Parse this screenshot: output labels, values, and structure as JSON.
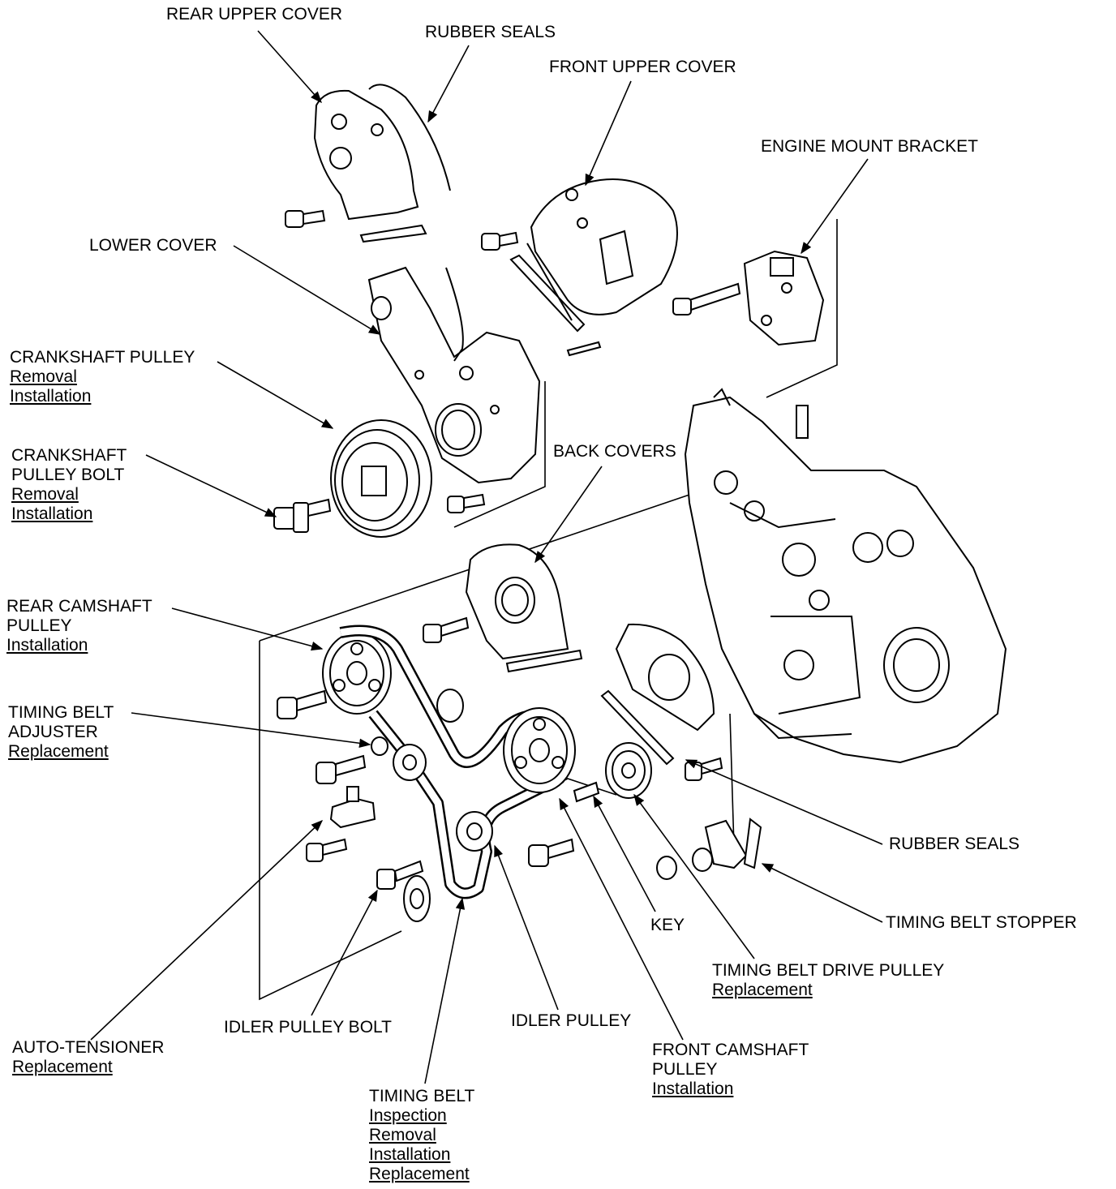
{
  "labels": {
    "rear_upper_cover": "REAR UPPER COVER",
    "rubber_seals_top": "RUBBER SEALS",
    "front_upper_cover": "FRONT UPPER COVER",
    "engine_mount_bracket": "ENGINE MOUNT BRACKET",
    "lower_cover": "LOWER COVER",
    "crankshaft_pulley": {
      "title": "CRANKSHAFT PULLEY",
      "links": [
        "Removal",
        "Installation"
      ]
    },
    "crankshaft_pulley_bolt": {
      "title1": "CRANKSHAFT",
      "title2": "PULLEY BOLT",
      "links": [
        "Removal",
        "Installation"
      ]
    },
    "back_covers": "BACK COVERS",
    "rear_camshaft_pulley": {
      "title1": "REAR CAMSHAFT",
      "title2": "PULLEY",
      "links": [
        "Installation"
      ]
    },
    "timing_belt_adjuster": {
      "title1": "TIMING BELT",
      "title2": "ADJUSTER",
      "links": [
        "Replacement"
      ]
    },
    "rubber_seals_right": "RUBBER SEALS",
    "timing_belt_stopper": "TIMING BELT STOPPER",
    "key": "KEY",
    "timing_belt_drive_pulley": {
      "title": "TIMING BELT DRIVE PULLEY",
      "links": [
        "Replacement"
      ]
    },
    "idler_pulley_bolt": "IDLER PULLEY BOLT",
    "idler_pulley": "IDLER PULLEY",
    "front_camshaft_pulley": {
      "title1": "FRONT CAMSHAFT",
      "title2": "PULLEY",
      "links": [
        "Installation"
      ]
    },
    "auto_tensioner": {
      "title": "AUTO-TENSIONER",
      "links": [
        "Replacement"
      ]
    },
    "timing_belt": {
      "title": "TIMING BELT",
      "links": [
        "Inspection",
        "Removal",
        "Installation",
        "Replacement"
      ]
    }
  }
}
